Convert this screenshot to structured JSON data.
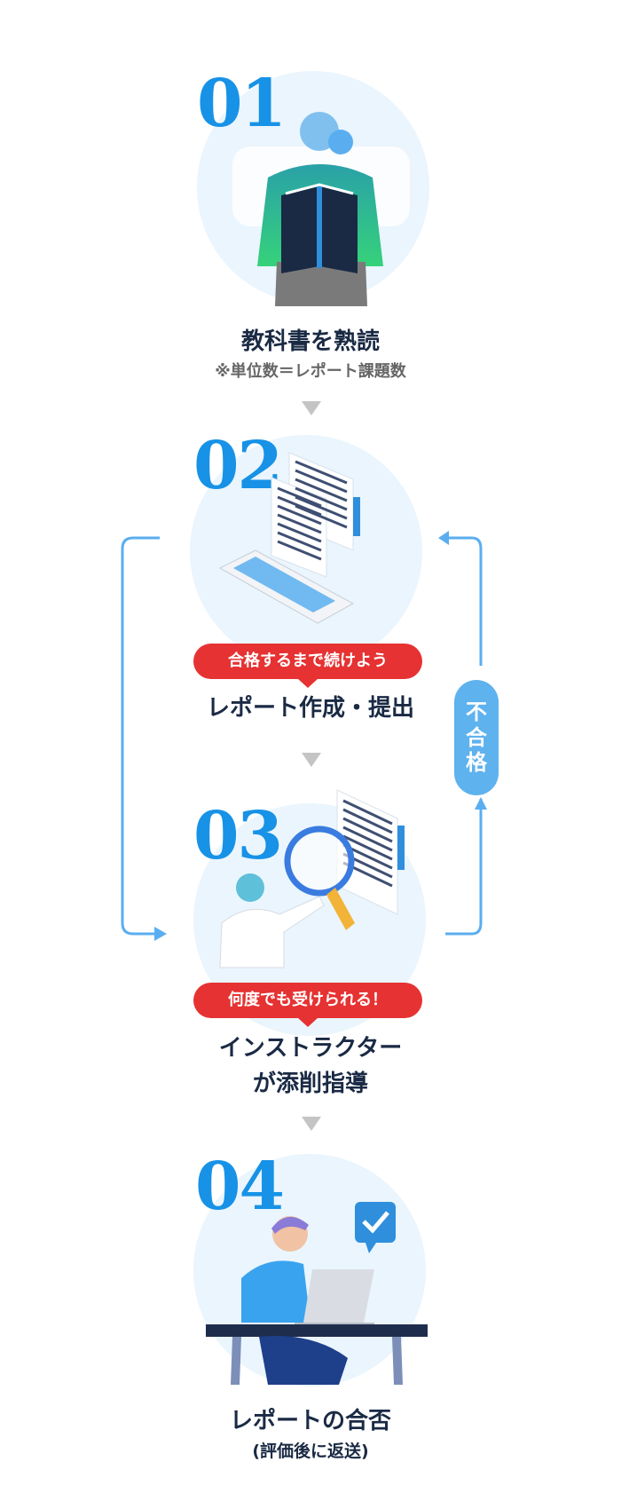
{
  "steps": [
    {
      "number": "01",
      "title": "教科書を熟読",
      "note": "※単位数＝レポート課題数"
    },
    {
      "number": "02",
      "badge": "合格するまで続けよう",
      "title": "レポート作成・提出"
    },
    {
      "number": "03",
      "badge": "何度でも受けられる！",
      "title_line1": "インストラクター",
      "title_line2": "が添削指導"
    },
    {
      "number": "04",
      "title": "レポートの合否",
      "note": "(評価後に返送)"
    }
  ],
  "fail_label": [
    "不",
    "合",
    "格"
  ],
  "colors": {
    "accent": "#1792e6",
    "badge": "#e63232",
    "fail": "#5eb2ee",
    "circle": "#eaf5fd"
  }
}
